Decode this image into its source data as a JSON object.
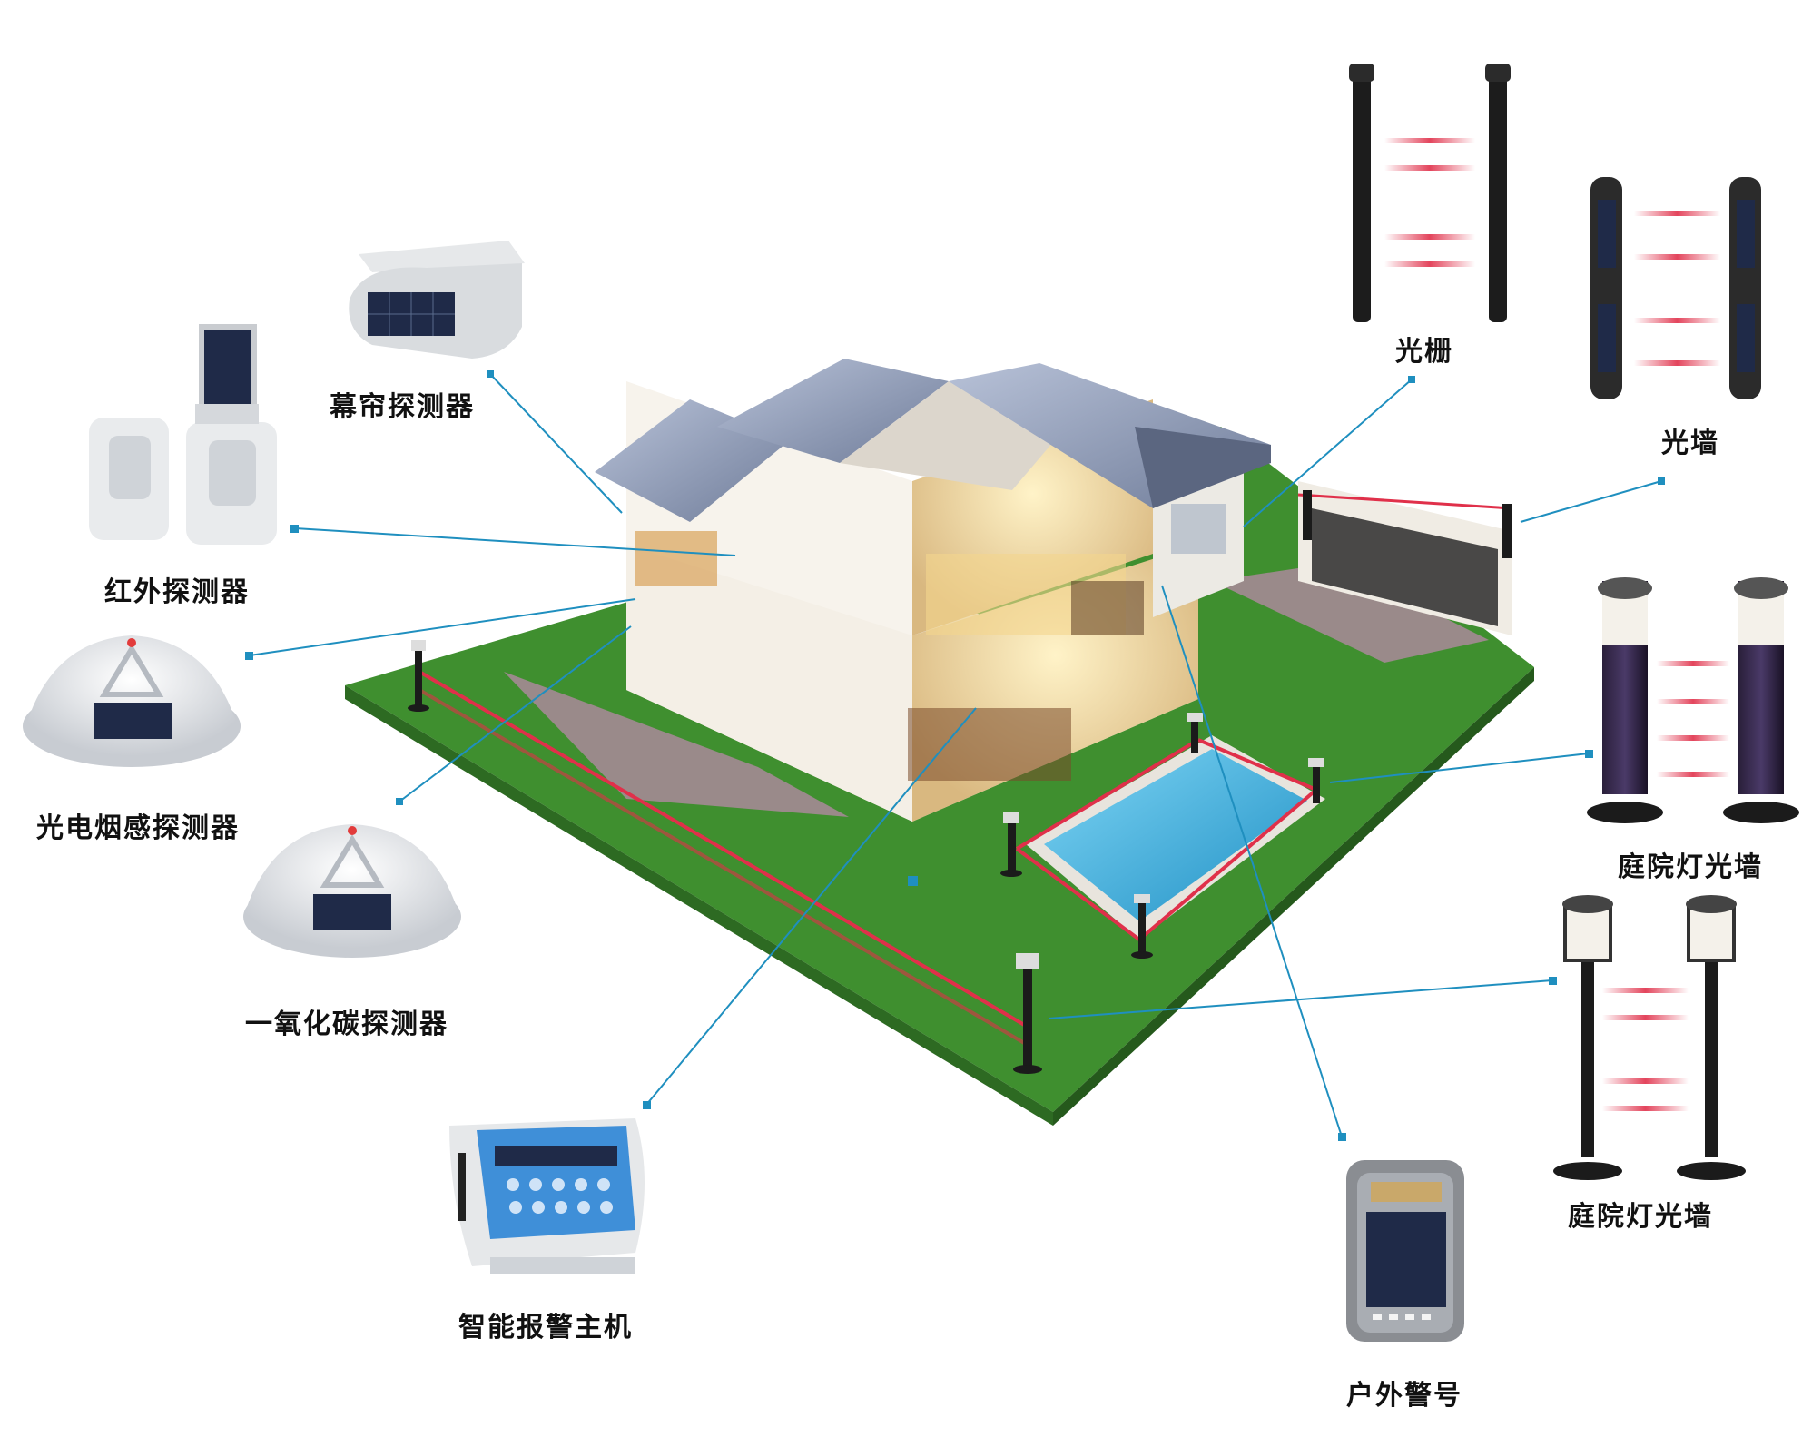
{
  "labels": {
    "curtain_detector": "幕帘探测器",
    "infrared_detector": "红外探测器",
    "smoke_detector": "光电烟感探测器",
    "co_detector": "一氧化碳探测器",
    "alarm_host": "智能报警主机",
    "light_grating": "光栅",
    "light_wall": "光墙",
    "garden_light_wall_1": "庭院灯光墙",
    "garden_light_wall_2": "庭院灯光墙",
    "outdoor_siren": "户外警号"
  },
  "colors": {
    "lawn": "#3f8f2f",
    "connector_line": "#1f8fbf",
    "beam": "#e0304a",
    "pool_water": "#3fb0dc",
    "roof": "#8a97b3"
  }
}
